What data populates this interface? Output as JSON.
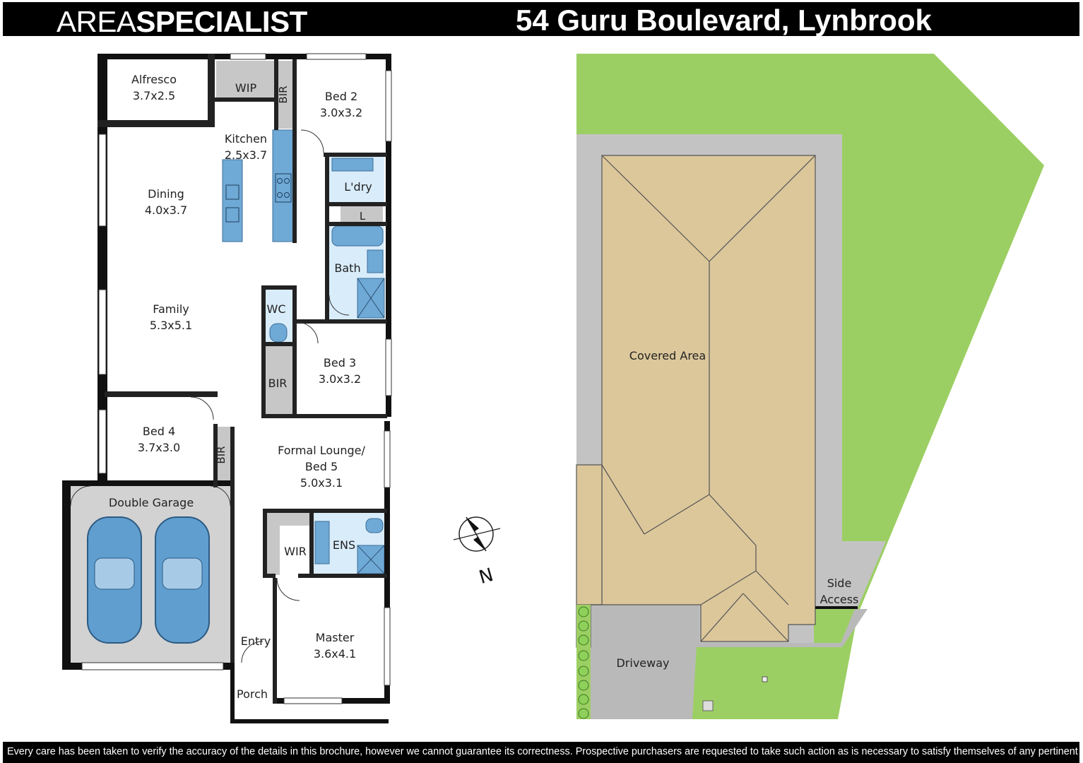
{
  "header": {
    "brand_light": "AREA",
    "brand_bold": "SPECIALIST",
    "address": "54 Guru Boulevard, Lynbrook"
  },
  "floorplan": {
    "rooms": {
      "alfresco": {
        "name": "Alfresco",
        "size": "3.7x2.5"
      },
      "wip": {
        "name": "WIP"
      },
      "bir_top": {
        "name": "BIR"
      },
      "bed2": {
        "name": "Bed 2",
        "size": "3.0x3.2"
      },
      "kitchen": {
        "name": "Kitchen",
        "size": "2.5x3.7"
      },
      "dining": {
        "name": "Dining",
        "size": "4.0x3.7"
      },
      "laundry": {
        "name": "L'dry"
      },
      "linen": {
        "name": "L"
      },
      "bath": {
        "name": "Bath"
      },
      "family": {
        "name": "Family",
        "size": "5.3x5.1"
      },
      "wc": {
        "name": "WC"
      },
      "bir_mid": {
        "name": "BIR"
      },
      "bed3": {
        "name": "Bed 3",
        "size": "3.0x3.2"
      },
      "bed4": {
        "name": "Bed 4",
        "size": "3.7x3.0"
      },
      "bir_bed4": {
        "name": "BIR"
      },
      "formal_lounge": {
        "name_line1": "Formal Lounge/",
        "name_line2": "Bed 5",
        "size": "5.0x3.1"
      },
      "garage": {
        "name": "Double Garage"
      },
      "wir": {
        "name": "WIR"
      },
      "ens": {
        "name": "ENS"
      },
      "entry": {
        "name": "Entry"
      },
      "master": {
        "name": "Master",
        "size": "3.6x4.1"
      },
      "porch": {
        "name": "Porch"
      }
    }
  },
  "compass": {
    "label": "N"
  },
  "siteplan": {
    "covered_area": "Covered Area",
    "side_access_line1": "Side",
    "side_access_line2": "Access",
    "driveway": "Driveway"
  },
  "colors": {
    "lawn": "#9ccf63",
    "roof": "#dcc79b",
    "concrete": "#c3c3c3",
    "driveway": "#b9b9b9",
    "fixtures": "#6fa9d6",
    "wet_area": "#d9ecfa",
    "garage": "#d2d2d2",
    "robes": "#c7c7c7"
  },
  "footer": {
    "disclaimer": "Every care has been taken to verify the accuracy of the details in this brochure, however we cannot guarantee its correctness. Prospective purchasers are requested to take such action as is necessary to satisfy themselves of any pertinent matters."
  }
}
